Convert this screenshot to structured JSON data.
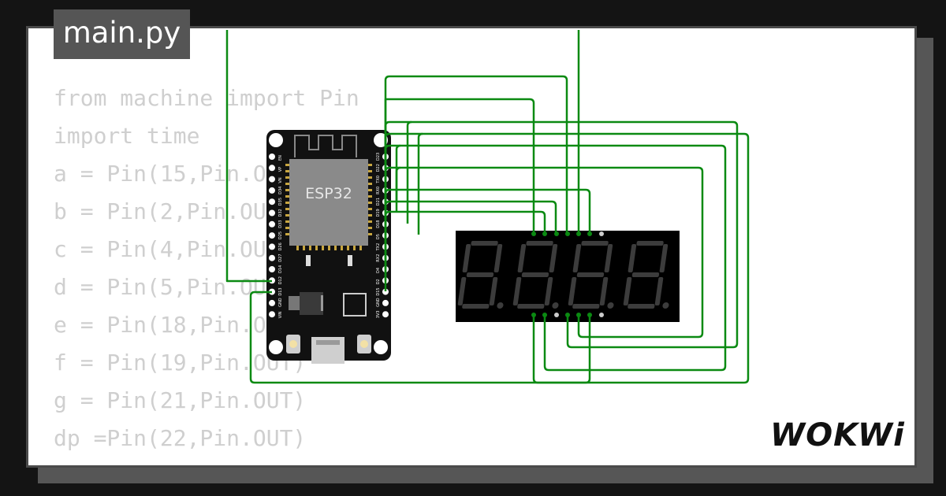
{
  "file_tab": {
    "label": "main.py"
  },
  "code": {
    "lines": [
      "from machine import Pin",
      "import time",
      "a = Pin(15,Pin.OUT)",
      "b = Pin(2,Pin.OUT)",
      "c = Pin(4,Pin.OUT)",
      "d = Pin(5,Pin.OUT)",
      "e = Pin(18,Pin.OUT)",
      "f = Pin(19,Pin.OUT)",
      "g = Pin(21,Pin.OUT)",
      "dp =Pin(22,Pin.OUT)"
    ]
  },
  "board": {
    "chip_label": "ESP32",
    "left_pins": [
      "EN",
      "VP",
      "VN",
      "D34",
      "D35",
      "D32",
      "D33",
      "D25",
      "D26",
      "D27",
      "D14",
      "D12",
      "D13",
      "GND",
      "VIN"
    ],
    "right_pins": [
      "D23",
      "D22",
      "TX0",
      "RX0",
      "D21",
      "D19",
      "D18",
      "D5",
      "TX2",
      "RX2",
      "D4",
      "D2",
      "D15",
      "GND",
      "3V3"
    ]
  },
  "display": {
    "digit_count": 4,
    "segment_color": "#3c3c3c",
    "body_color": "#000000"
  },
  "brand": {
    "name": "WOKWi"
  },
  "colors": {
    "wire": "#0b8a12",
    "background": "#141414",
    "card": "#ffffff",
    "tab": "#555555",
    "code_text": "#cfcfcf"
  }
}
